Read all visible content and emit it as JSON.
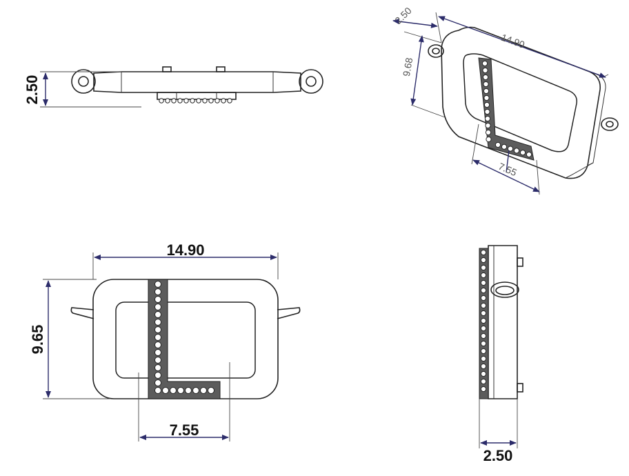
{
  "dimensions": {
    "side_view_height": "2.50",
    "front_width": "14.90",
    "front_height": "9.65",
    "front_bar_width": "7.55",
    "right_view_thickness": "2.50",
    "iso_width": "14.90",
    "iso_height": "9.68",
    "iso_thickness": "2.50",
    "iso_bar_width": "7.55"
  },
  "colors": {
    "outline": "#222222",
    "dimension_line": "#2c2c6a",
    "gem_band": "#5c5c5c"
  }
}
